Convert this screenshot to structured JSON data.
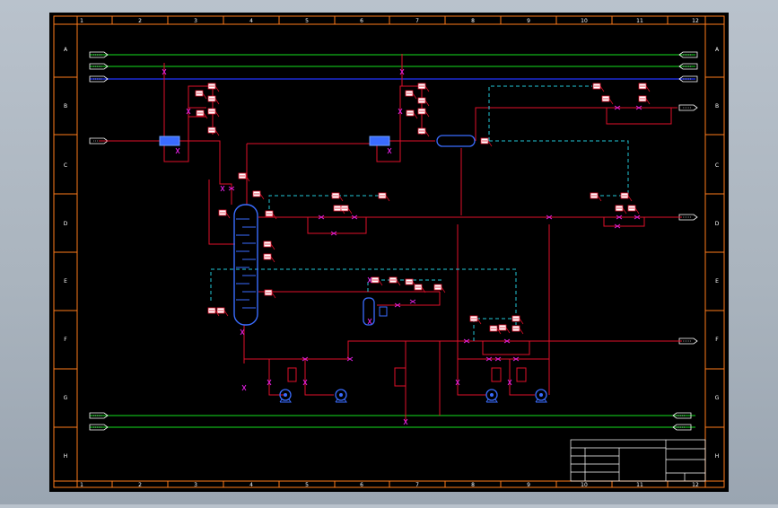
{
  "frame": {
    "col_labels_top": [
      "1",
      "2",
      "3",
      "4",
      "5",
      "6",
      "7",
      "8",
      "9",
      "10",
      "11",
      "12"
    ],
    "col_labels_bottom": [
      "1",
      "2",
      "3",
      "4",
      "5",
      "6",
      "7",
      "8",
      "9",
      "10",
      "11",
      "12"
    ],
    "row_labels_left": [
      "A",
      "B",
      "C",
      "D",
      "E",
      "F",
      "G",
      "H"
    ],
    "row_labels_right": [
      "A",
      "B",
      "C",
      "D",
      "E",
      "F",
      "G",
      "H"
    ]
  },
  "title_block": {
    "heading": "",
    "rows": [
      "",
      "",
      "",
      ""
    ],
    "right_caption": ""
  },
  "colors": {
    "process_line": "#e0102a",
    "signal_line": "#22c8d8",
    "utility_green": "#14e01e",
    "utility_blue": "#2233ff",
    "equipment_blue": "#3a6cff",
    "instrument_magenta": "#e020e0",
    "frame_orange": "#ff7b1a"
  }
}
